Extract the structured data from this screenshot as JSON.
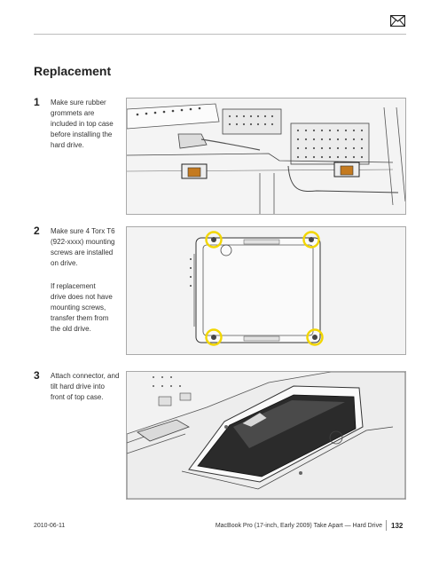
{
  "header": {
    "icon": "mail-icon"
  },
  "section": {
    "title": "Replacement"
  },
  "steps": [
    {
      "number": "1",
      "lines": [
        "Make sure rubber",
        "grommets are",
        "included in top case",
        "before installing the",
        "hard drive."
      ]
    },
    {
      "number": "2",
      "lines": [
        "Make sure 4 Torx T6",
        "(922-xxxx) mounting",
        "screws are installed",
        "on drive."
      ],
      "note_lines": [
        "If replacement",
        "drive does not have",
        "mounting screws,",
        "transfer them from",
        "the old drive."
      ]
    },
    {
      "number": "3",
      "lines": [
        "Attach connector, and",
        "tilt hard drive into",
        "front of top case."
      ]
    }
  ],
  "footer": {
    "date": "2010-06-11",
    "doc_title": "MacBook Pro (17-inch, Early 2009) Take Apart — Hard Drive",
    "page": "132"
  },
  "colors": {
    "highlight_circle": "#f2d600",
    "grommet": "#c47a1f",
    "rule": "#bdbdbd"
  }
}
